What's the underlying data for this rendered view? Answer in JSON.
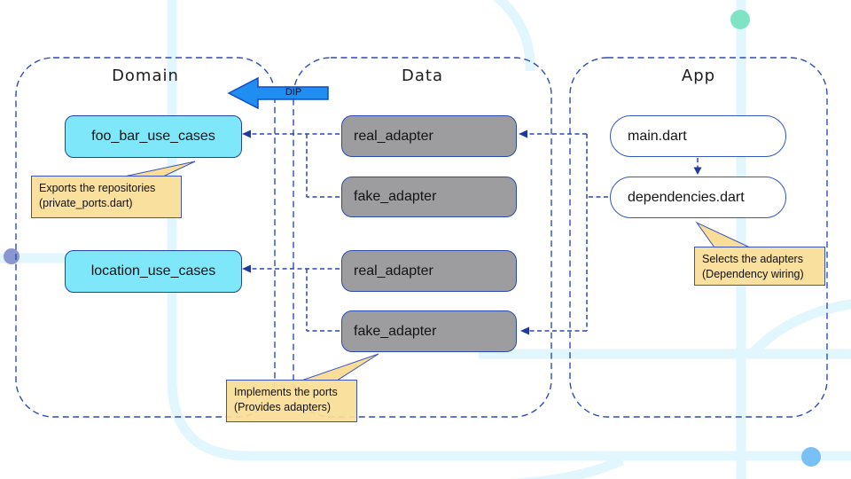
{
  "titles": {
    "domain": "Domain",
    "data": "Data",
    "app": "App"
  },
  "dip": {
    "label": "DIP"
  },
  "nodes": {
    "foo_bar_use_cases": "foo_bar_use_cases",
    "location_use_cases": "location_use_cases",
    "real_adapter_top": "real_adapter",
    "fake_adapter_top": "fake_adapter",
    "real_adapter_bottom": "real_adapter",
    "fake_adapter_bottom": "fake_adapter",
    "main_dart": "main.dart",
    "dependencies_dart": "dependencies.dart"
  },
  "callouts": {
    "exports": {
      "line1": "Exports the repositories",
      "line2": "(private_ports.dart)"
    },
    "implements": {
      "line1": "Implements the ports",
      "line2": "(Provides adapters)"
    },
    "selects": {
      "line1": "Selects the adapters",
      "line2": "(Dependency wiring)"
    }
  },
  "colors": {
    "dip_arrow_fill": "#1f8ef0",
    "dip_arrow_stroke": "#0e4ec2",
    "dashed_line_blue": "#2847b0",
    "container_border_blue": "#2d4cb8",
    "node_border_navy": "#24439f",
    "cyan_fill": "#7ee7fa",
    "gray_fill": "#9d9da0",
    "pill_fill": "#ffffff",
    "callout_fill": "#fade98",
    "callout_border": "#3a55b5",
    "bg_pattern": "#e2f6fd",
    "dot_mint": "#7fe3c4",
    "dot_periwinkle": "#8a97cf",
    "dot_sky": "#79c0f7"
  }
}
